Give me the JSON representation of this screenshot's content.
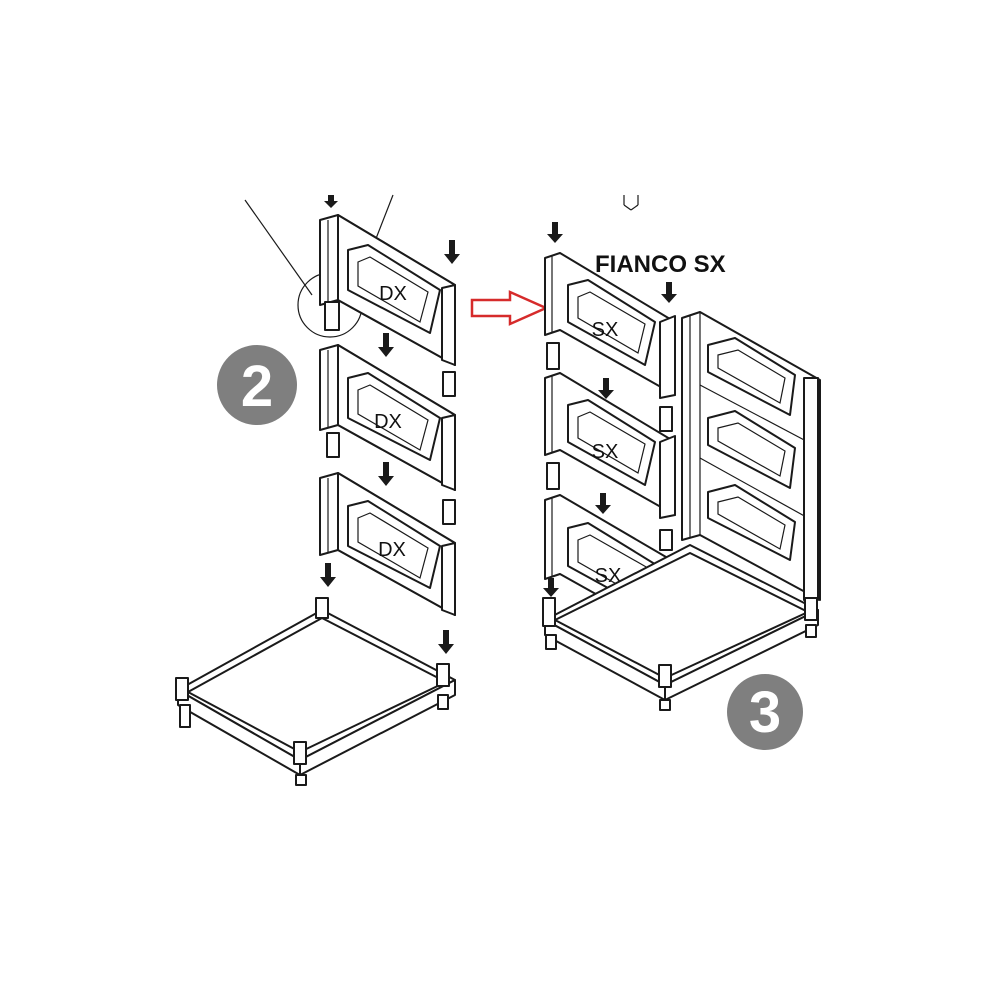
{
  "colors": {
    "line": "#1a1a1a",
    "badge": "#7f7f7f",
    "transition_arrow": "#d62b2b",
    "background": "#ffffff"
  },
  "step2": {
    "badge_number": "2",
    "panels": [
      {
        "label": "DX"
      },
      {
        "label": "DX"
      },
      {
        "label": "DX"
      }
    ]
  },
  "step3": {
    "badge_number": "3",
    "side_label": "FIANCO SX",
    "panels": [
      {
        "label": "SX"
      },
      {
        "label": "SX"
      },
      {
        "label": "SX"
      }
    ]
  },
  "icons": {
    "down_arrow": "down-arrow-icon",
    "transition_arrow": "right-arrow-icon"
  }
}
